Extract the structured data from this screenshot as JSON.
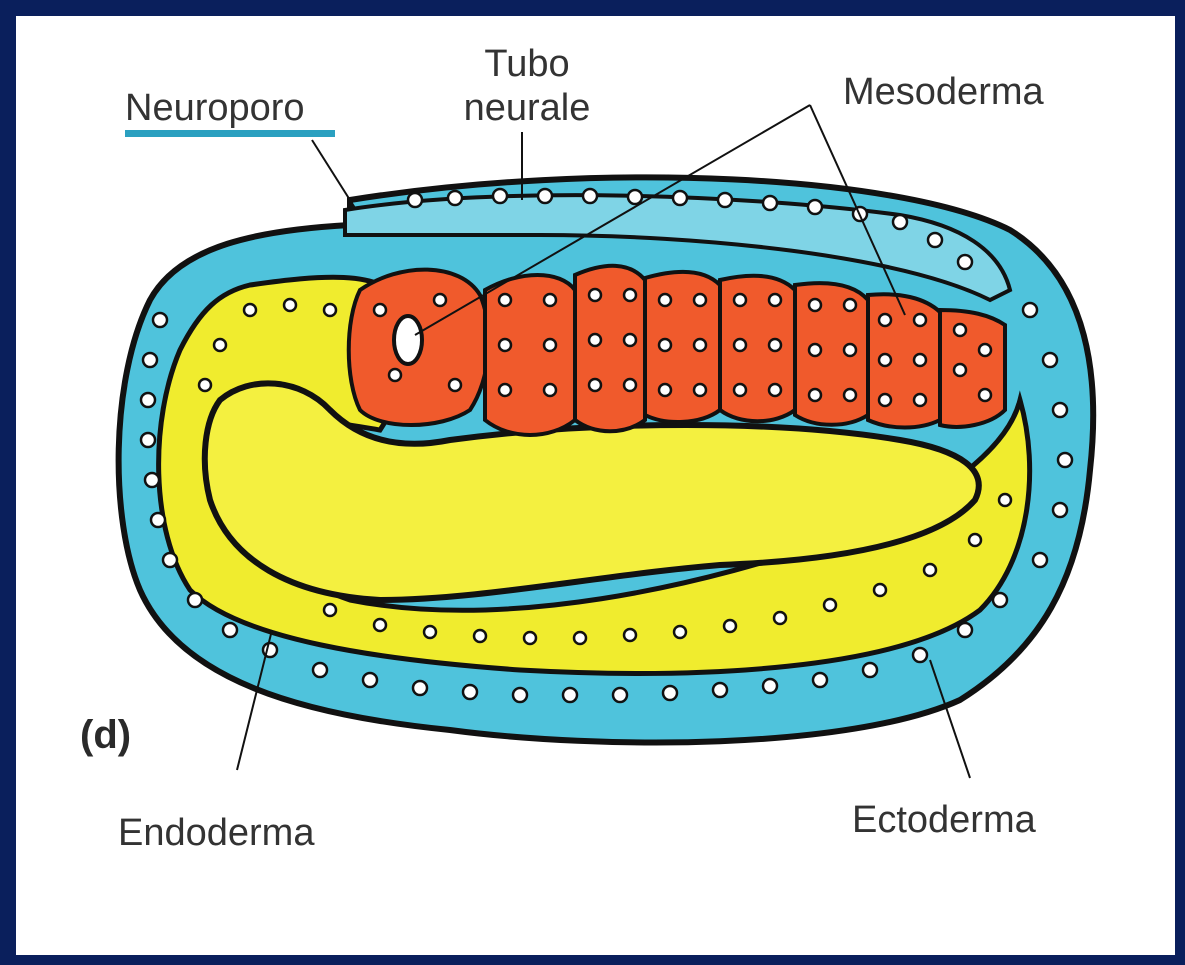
{
  "labels": {
    "tubo": "Tubo",
    "neurale": "neurale",
    "neuroporo": "Neuroporo",
    "mesoderma": "Mesoderma",
    "endoderma": "Endoderma",
    "ectoderma": "Ectoderma",
    "panel": "(d)"
  },
  "colors": {
    "frame": "#0a1f5c",
    "underline": "#2aa0c0",
    "ectoderm": "#4fc3dc",
    "endoderm": "#f0ec2e",
    "mesoderm": "#f05a2c",
    "outline": "#111111"
  }
}
